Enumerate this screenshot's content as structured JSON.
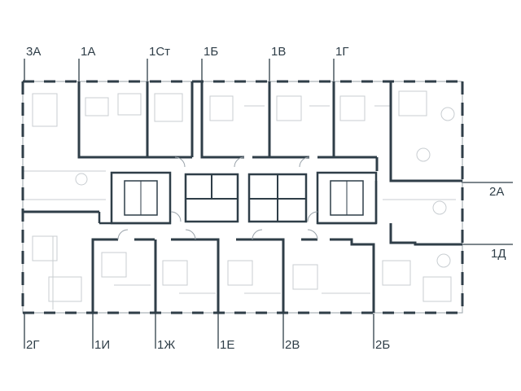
{
  "plan": {
    "colors": {
      "wall": "#2f3e48",
      "thin": "#9aa3aa",
      "furniture": "#c8cdd1",
      "label": "#2f3e48",
      "background": "#ffffff"
    },
    "labels": {
      "u_3a": "3А",
      "u_1a": "1А",
      "u_1st": "1Ст",
      "u_1b": "1Б",
      "u_1v": "1В",
      "u_1g": "1Г",
      "u_2a": "2А",
      "u_1d": "1Д",
      "u_2g": "2Г",
      "u_1i": "1И",
      "u_1zh": "1Ж",
      "u_1e": "1Е",
      "u_2v": "2В",
      "u_2b": "2Б"
    }
  }
}
